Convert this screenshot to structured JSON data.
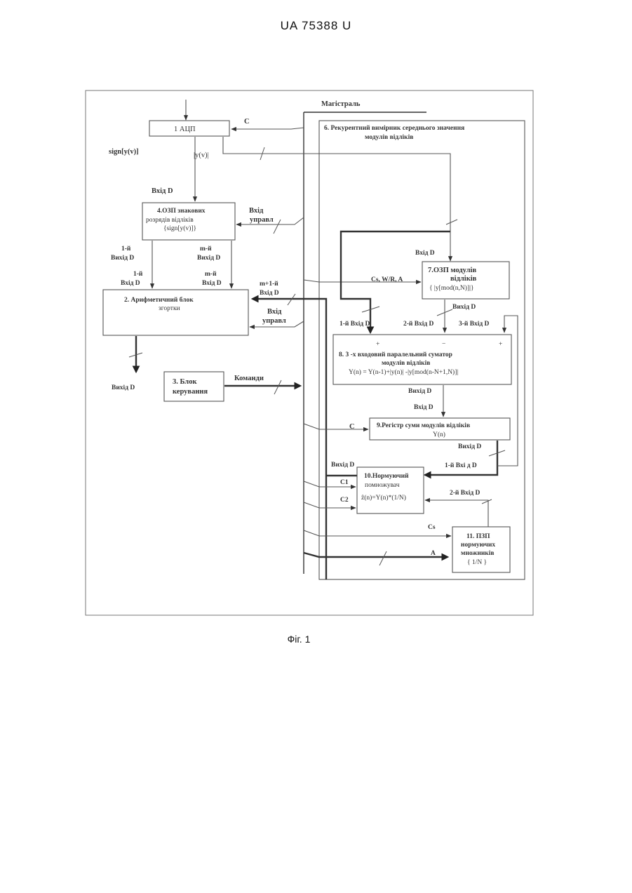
{
  "header": {
    "patent_number": "UA   75388   U"
  },
  "caption": "Фіг. 1",
  "diagram": {
    "bus_label": "Магістраль",
    "blocks": {
      "adc": "1 АЦП",
      "sign_ram": [
        "4.ОЗП знакових",
        "розрядів відліків",
        "{sign[y(v)]}"
      ],
      "arith": [
        "2. Арифметичний блок",
        "згортки"
      ],
      "control": [
        "3. Блок",
        "керування"
      ],
      "meter": [
        "6. Рекурентний вимірник середнього значення",
        "модулів відліків"
      ],
      "module_ram": [
        "7.ОЗП модулів",
        "відліків",
        "{ |y[mod(n,N)]|}"
      ],
      "adder": [
        "8.    3 -х входовий паралельний суматор",
        "модулів  відліків",
        "Y(n) = Y(n-1)+|y(n)| -|y[mod(n-N+1,N)]|"
      ],
      "sum_reg": [
        "9.Регістр суми модулів відліків",
        "Y(n)"
      ],
      "normalizer": [
        "10.Нормуючий",
        "помножувач",
        "ẑ(n)=Y(n)*(1/N)"
      ],
      "rom": [
        "11. ПЗП",
        "нормуючих",
        "множників",
        "{ 1/N }"
      ]
    },
    "labels": {
      "c_adc": "C",
      "sign_out": "sign[y(v)]",
      "mod_out": "|y(v)|",
      "in_d_4": "Вхід D",
      "ctrl_in_4": [
        "Вхід",
        "управл"
      ],
      "out_1": [
        "1-й",
        "Вихід D"
      ],
      "out_m": [
        "m-й",
        "Вихід D"
      ],
      "in_1": [
        "1-й",
        "Вхід D"
      ],
      "in_m": [
        "m-й",
        "Вхід D"
      ],
      "in_m1": [
        "m+1-й",
        "Вхід D"
      ],
      "ctrl_in_2": [
        "Вхід",
        "управл"
      ],
      "out_2": "Вихід  D",
      "commands": "Команди",
      "in_d_7": "Вхід D",
      "cs_wr_a": "Cs, W/R, A",
      "out_d_7": "Вихід D",
      "in1_8": "1-й Вхід D",
      "in2_8": "2-й Вхід D",
      "in3_8": "3-й Вхід D",
      "plus1": "+",
      "minus": "−",
      "plus2": "+",
      "out_d_8": "Вихід D",
      "in_d_9": "Вхід D",
      "c_9": "C",
      "out_d_9": "Вихід D",
      "out_d_10": "Вихід D",
      "in1_10": "1-й  Вхі д D",
      "c1": "C1",
      "c2": "C2",
      "in2_10": "2-й  Вхід   D",
      "cs": "Cs",
      "a": "A"
    }
  }
}
